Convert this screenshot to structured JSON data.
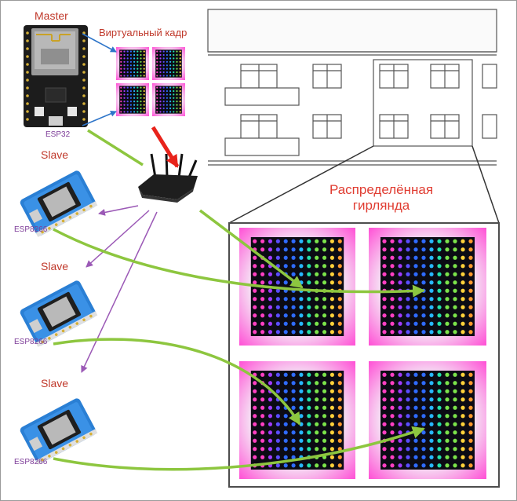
{
  "labels": {
    "master": "Master",
    "virtual_frame": "Виртуальный кадр",
    "esp32": "ESP32",
    "slave": "Slave",
    "esp8266": "ESP8266",
    "distributed_line1": "Распределённая",
    "distributed_line2": "гирлянда"
  },
  "colors": {
    "arrow_blue": "#2e75c9",
    "arrow_red": "#e8231b",
    "arrow_purple": "#9b59b6",
    "arrow_green": "#8dc63f",
    "label_red": "#c0392b",
    "label_purple": "#7d3c98",
    "board_blue": "#2a7fd4",
    "frame_border": "#4d4d4d"
  },
  "icons": {
    "master_board": "esp32-board-icon",
    "slave_board": "esp8266-board-icon",
    "router": "wifi-router-icon",
    "building": "building-icon",
    "led_panel": "led-matrix-icon"
  }
}
